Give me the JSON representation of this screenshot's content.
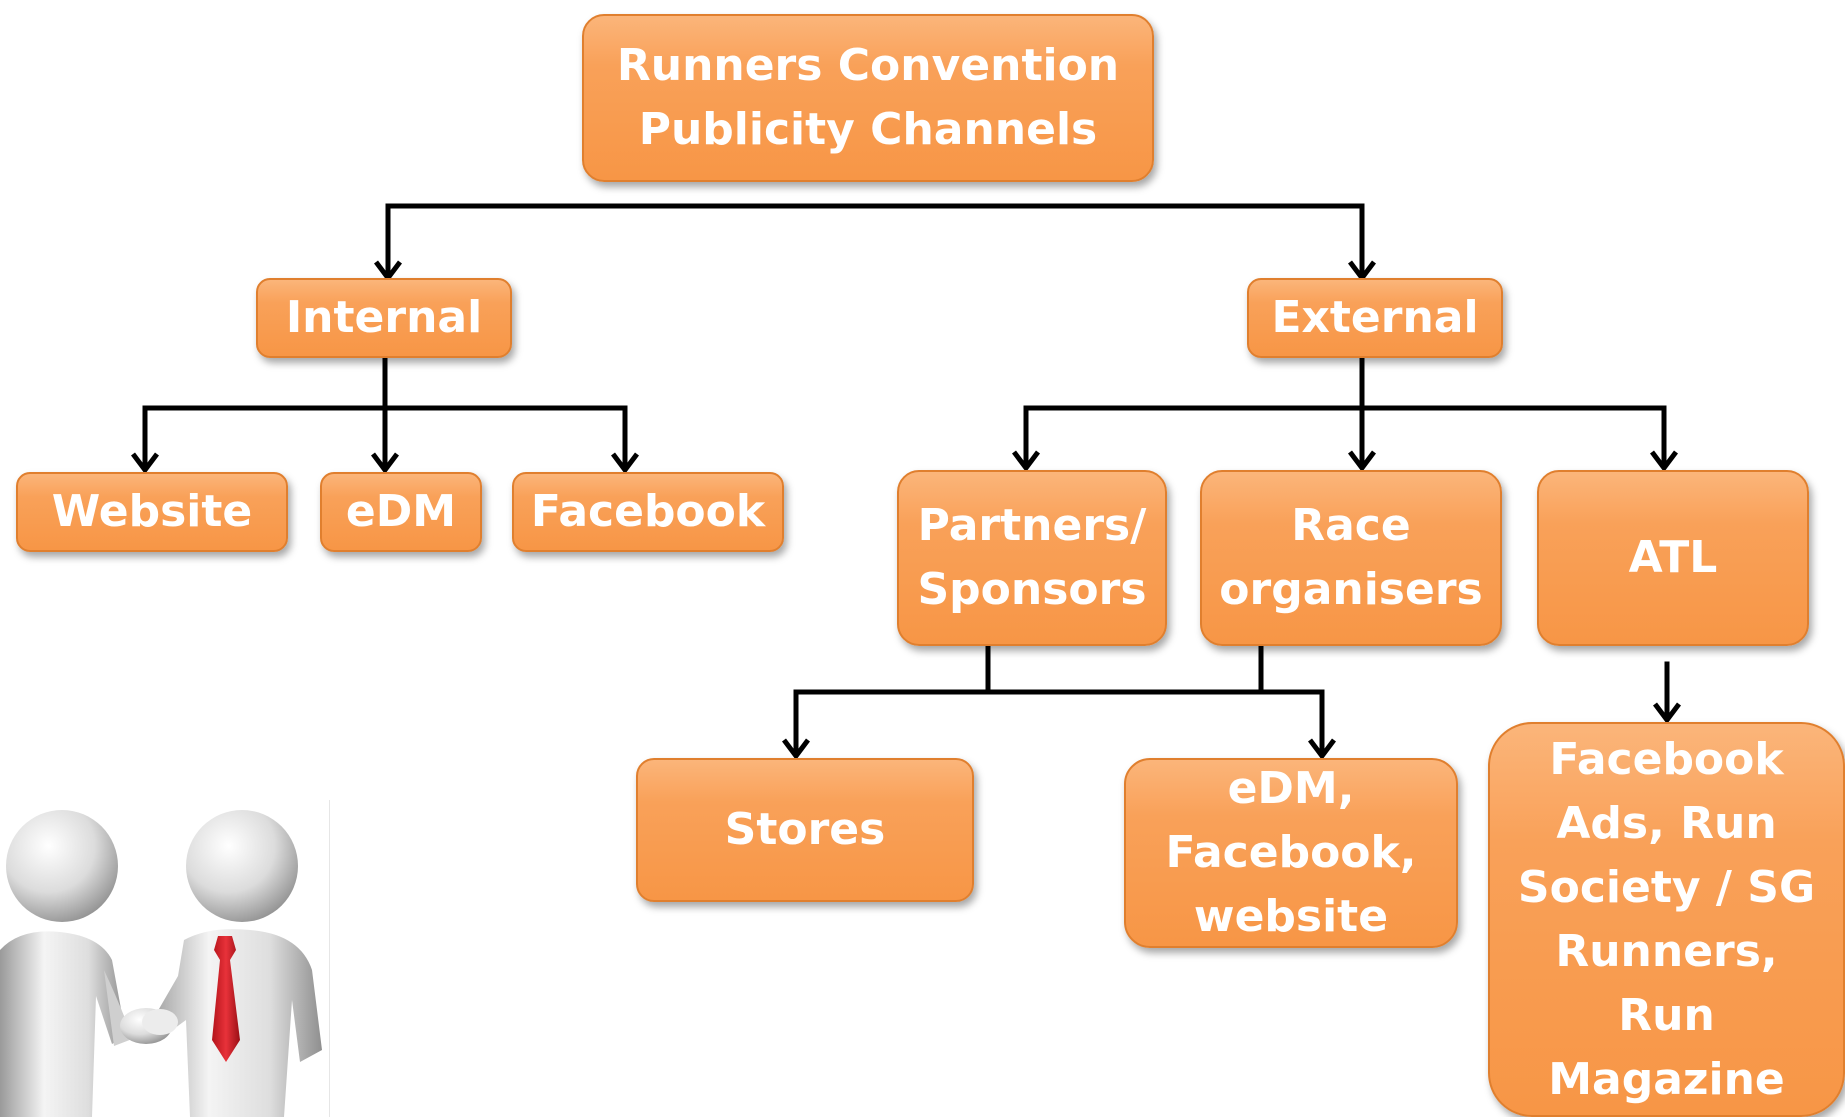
{
  "nodes": {
    "root": "Runners Convention\nPublicity Channels",
    "internal": "Internal",
    "external": "External",
    "website": "Website",
    "edm": "eDM",
    "facebook": "Facebook",
    "partners": "Partners/\nSponsors",
    "race_organisers": "Race\norganisers",
    "atl": "ATL",
    "stores": "Stores",
    "edm_facebook_website": "eDM,\nFacebook,\nwebsite",
    "atl_channels": "Facebook\nAds, Run\nSociety / SG\nRunners,\nRun\nMagazine"
  },
  "colors": {
    "node_fill": "#f79646",
    "node_border": "#e07f2e",
    "node_text": "#ffffff",
    "connector": "#000000"
  },
  "illustration": "two-people-handshake"
}
